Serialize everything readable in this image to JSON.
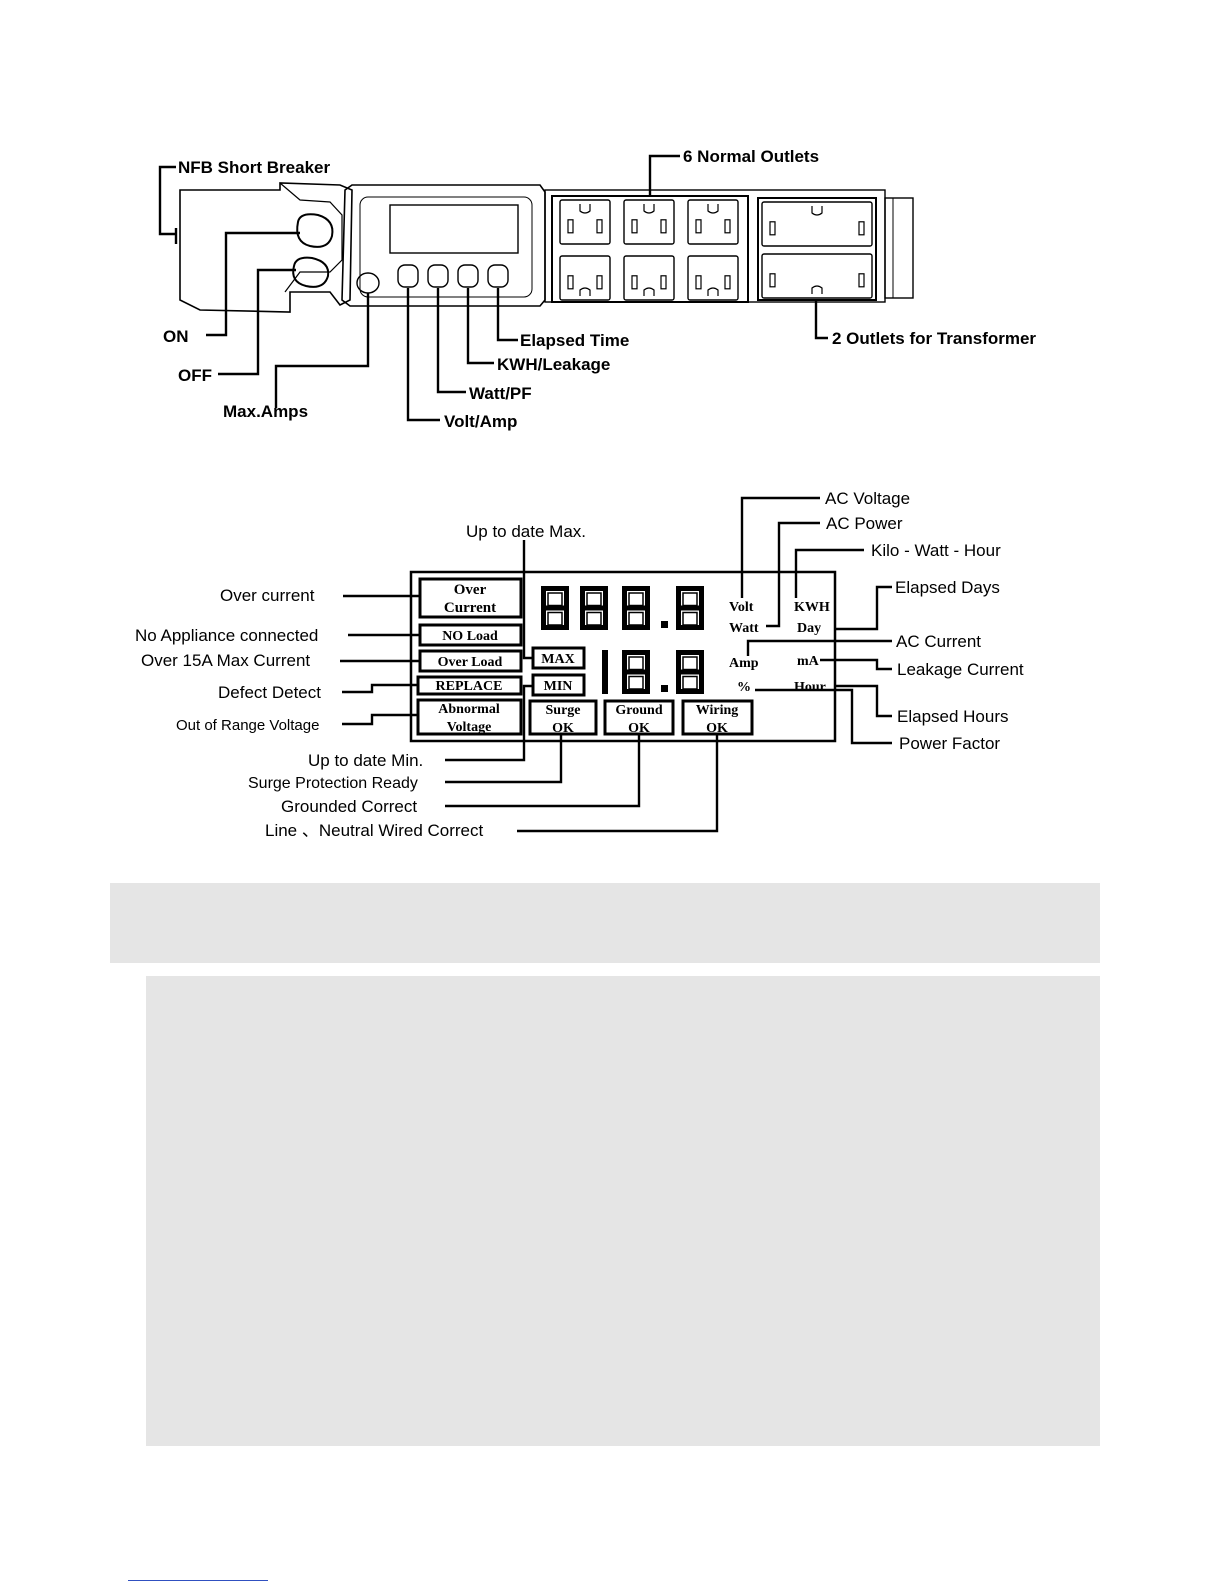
{
  "diagram1": {
    "labels": {
      "nfb": "NFB Short Breaker",
      "on": "ON",
      "off": "OFF",
      "max_amps": "Max.Amps",
      "volt_amp": "Volt/Amp",
      "watt_pf": "Watt/PF",
      "kwh_leak": "KWH/Leakage",
      "elapsed_time": "Elapsed Time",
      "normal_outlets": "6 Normal Outlets",
      "transformer_outlets": "2 Outlets for Transformer"
    }
  },
  "diagram2": {
    "left_labels": {
      "over_current": "Over current",
      "no_appliance": "No Appliance connected",
      "over_15a": "Over 15A Max Current",
      "defect": "Defect Detect",
      "out_of_range": "Out of Range Voltage"
    },
    "bottom_labels": {
      "up_min": "Up to date Min.",
      "surge_ready": "Surge Protection Ready",
      "grounded": "Grounded Correct",
      "wired": "Line 、Neutral Wired Correct"
    },
    "top_labels": {
      "up_max": "Up to date Max.",
      "ac_voltage": "AC Voltage",
      "ac_power": "AC Power",
      "kwh": "Kilo - Watt - Hour",
      "elapsed_days": "Elapsed Days"
    },
    "right_labels": {
      "ac_current": "AC Current",
      "leakage": "Leakage Current",
      "elapsed_hours": "Elapsed Hours",
      "power_factor": "Power Factor"
    },
    "lcd": {
      "over_current_1": "Over",
      "over_current_2": "Current",
      "no_load": "NO Load",
      "over_load": "Over Load",
      "replace": "REPLACE",
      "abnormal_1": "Abnormal",
      "abnormal_2": "Voltage",
      "max": "MAX",
      "min": "MIN",
      "surge_1": "Surge",
      "surge_2": "OK",
      "ground_1": "Ground",
      "ground_2": "OK",
      "wiring_1": "Wiring",
      "wiring_2": "OK",
      "volt": "Volt",
      "watt": "Watt",
      "kwh": "KWH",
      "day": "Day",
      "amp": "Amp",
      "ma": "mA",
      "percent": "%",
      "hour": "Hour"
    }
  }
}
